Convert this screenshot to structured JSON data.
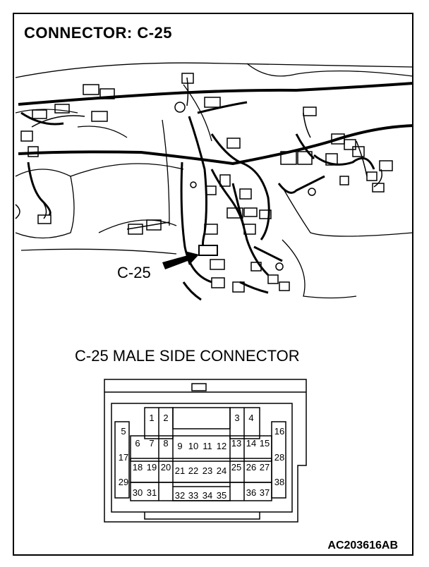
{
  "title": "CONNECTOR: C-25",
  "harness_callout": "C-25",
  "connector_title": "C-25 MALE SIDE CONNECTOR",
  "figure_code": "AC203616AB",
  "pins": [
    "1",
    "2",
    "3",
    "4",
    "5",
    "6",
    "7",
    "8",
    "9",
    "10",
    "11",
    "12",
    "13",
    "14",
    "15",
    "16",
    "17",
    "18",
    "19",
    "20",
    "21",
    "22",
    "23",
    "24",
    "25",
    "26",
    "27",
    "28",
    "29",
    "30",
    "31",
    "32",
    "33",
    "34",
    "35",
    "36",
    "37",
    "38"
  ]
}
